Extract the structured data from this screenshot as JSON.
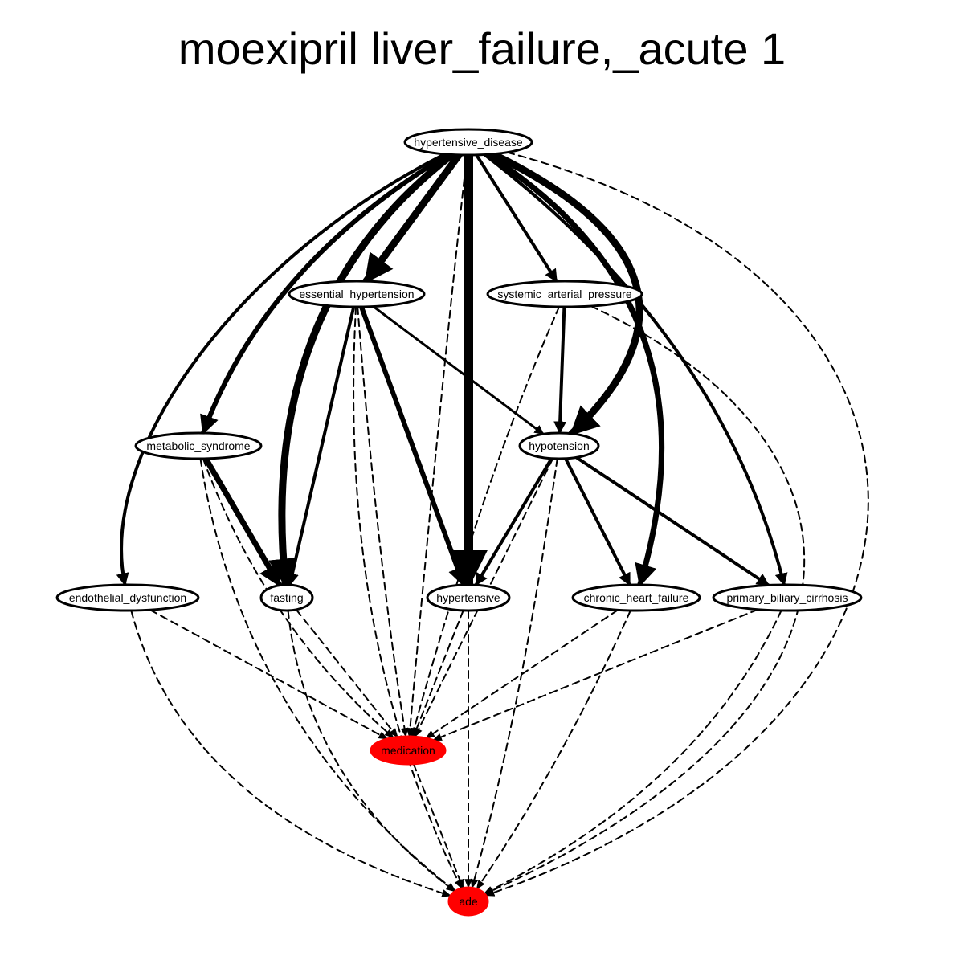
{
  "title": "moexipril liver_failure,_acute 1",
  "colors": {
    "highlight": "#ff0000",
    "line": "#000000",
    "background": "#ffffff"
  },
  "nodes": [
    {
      "id": "hypertensive_disease",
      "label": "hypertensive_disease"
    },
    {
      "id": "essential_hypertension",
      "label": "essential_hypertension"
    },
    {
      "id": "systemic_arterial_pressure",
      "label": "systemic_arterial_pressure"
    },
    {
      "id": "metabolic_syndrome",
      "label": "metabolic_syndrome"
    },
    {
      "id": "hypotension",
      "label": "hypotension"
    },
    {
      "id": "endothelial_dysfunction",
      "label": "endothelial_dysfunction"
    },
    {
      "id": "fasting",
      "label": "fasting"
    },
    {
      "id": "hypertensive",
      "label": "hypertensive"
    },
    {
      "id": "chronic_heart_failure",
      "label": "chronic_heart_failure"
    },
    {
      "id": "primary_biliary_cirrhosis",
      "label": "primary_biliary_cirrhosis"
    },
    {
      "id": "medication",
      "label": "medication",
      "highlight": true
    },
    {
      "id": "ade",
      "label": "ade",
      "highlight": true
    }
  ],
  "edges": [
    {
      "from": "hypertensive_disease",
      "to": "essential_hypertension",
      "weight": 9,
      "style": "solid"
    },
    {
      "from": "hypertensive_disease",
      "to": "systemic_arterial_pressure",
      "weight": 4,
      "style": "solid"
    },
    {
      "from": "hypertensive_disease",
      "to": "hypertensive",
      "weight": 12,
      "style": "solid"
    },
    {
      "from": "hypertensive_disease",
      "to": "metabolic_syndrome",
      "weight": 6,
      "style": "solid"
    },
    {
      "from": "hypertensive_disease",
      "to": "endothelial_dysfunction",
      "weight": 4,
      "style": "solid"
    },
    {
      "from": "hypertensive_disease",
      "to": "fasting",
      "weight": 9,
      "style": "solid"
    },
    {
      "from": "hypertensive_disease",
      "to": "hypotension",
      "weight": 9,
      "style": "solid"
    },
    {
      "from": "hypertensive_disease",
      "to": "chronic_heart_failure",
      "weight": 7,
      "style": "solid"
    },
    {
      "from": "hypertensive_disease",
      "to": "primary_biliary_cirrhosis",
      "weight": 4,
      "style": "solid"
    },
    {
      "from": "hypertensive_disease",
      "to": "medication",
      "weight": 2,
      "style": "dashed"
    },
    {
      "from": "hypertensive_disease",
      "to": "ade",
      "weight": 2,
      "style": "dashed"
    },
    {
      "from": "essential_hypertension",
      "to": "fasting",
      "weight": 4,
      "style": "solid"
    },
    {
      "from": "essential_hypertension",
      "to": "hypertensive",
      "weight": 6,
      "style": "solid"
    },
    {
      "from": "essential_hypertension",
      "to": "hypotension",
      "weight": 3,
      "style": "solid"
    },
    {
      "from": "essential_hypertension",
      "to": "medication",
      "weight": 2,
      "style": "dashed"
    },
    {
      "from": "essential_hypertension",
      "to": "ade",
      "weight": 2,
      "style": "dashed"
    },
    {
      "from": "systemic_arterial_pressure",
      "to": "hypotension",
      "weight": 4,
      "style": "solid"
    },
    {
      "from": "systemic_arterial_pressure",
      "to": "medication",
      "weight": 2,
      "style": "dashed"
    },
    {
      "from": "systemic_arterial_pressure",
      "to": "ade",
      "weight": 2,
      "style": "dashed"
    },
    {
      "from": "metabolic_syndrome",
      "to": "fasting",
      "weight": 7,
      "style": "solid"
    },
    {
      "from": "metabolic_syndrome",
      "to": "medication",
      "weight": 2,
      "style": "dashed"
    },
    {
      "from": "metabolic_syndrome",
      "to": "ade",
      "weight": 2,
      "style": "dashed"
    },
    {
      "from": "hypotension",
      "to": "hypertensive",
      "weight": 4,
      "style": "solid"
    },
    {
      "from": "hypotension",
      "to": "chronic_heart_failure",
      "weight": 4,
      "style": "solid"
    },
    {
      "from": "hypotension",
      "to": "primary_biliary_cirrhosis",
      "weight": 4,
      "style": "solid"
    },
    {
      "from": "hypotension",
      "to": "medication",
      "weight": 2,
      "style": "dashed"
    },
    {
      "from": "hypotension",
      "to": "ade",
      "weight": 2,
      "style": "dashed"
    },
    {
      "from": "endothelial_dysfunction",
      "to": "medication",
      "weight": 2,
      "style": "dashed"
    },
    {
      "from": "endothelial_dysfunction",
      "to": "ade",
      "weight": 2,
      "style": "dashed"
    },
    {
      "from": "fasting",
      "to": "medication",
      "weight": 2,
      "style": "dashed"
    },
    {
      "from": "fasting",
      "to": "ade",
      "weight": 2,
      "style": "dashed"
    },
    {
      "from": "hypertensive",
      "to": "medication",
      "weight": 2,
      "style": "dashed"
    },
    {
      "from": "hypertensive",
      "to": "ade",
      "weight": 2,
      "style": "dashed"
    },
    {
      "from": "chronic_heart_failure",
      "to": "medication",
      "weight": 2,
      "style": "dashed"
    },
    {
      "from": "chronic_heart_failure",
      "to": "ade",
      "weight": 2,
      "style": "dashed"
    },
    {
      "from": "primary_biliary_cirrhosis",
      "to": "medication",
      "weight": 2,
      "style": "dashed"
    },
    {
      "from": "primary_biliary_cirrhosis",
      "to": "ade",
      "weight": 2,
      "style": "dashed"
    },
    {
      "from": "medication",
      "to": "ade",
      "weight": 2,
      "style": "dashed"
    }
  ]
}
